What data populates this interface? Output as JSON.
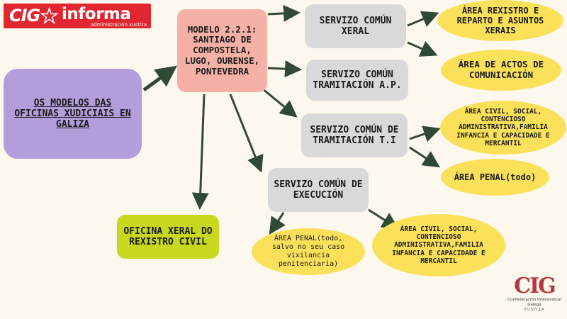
{
  "header": {
    "logo_mark": "CIG",
    "logo_word": "informa",
    "logo_subtitle": "administración xustiza"
  },
  "nodes": {
    "root": "OS MODELOS DAS OFICINAS XUDICIAIS EN GALIZA",
    "model": "MODELO 2.2.1: SANTIAGO DE COMPOSTELA, LUGO, OURENSE, PONTEVEDRA",
    "servizo_xeral": "SERVIZO COMÚN XERAL",
    "servizo_ap": "SERVIZO COMÚN TRAMITACIÓN A.P.",
    "servizo_ti": "SERVIZO COMÚN DE TRAMITACIÓN T.I",
    "servizo_execucion": "SERVIZO COMÚN DE EXECUCIÓN",
    "oficina_rc": "OFICINA XERAL DO REXISTRO CIVIL",
    "area_rexistro": "ÁREA REXISTRO E REPARTO E ASUNTOS XERAIS",
    "area_actos": "ÁREA DE ACTOS DE COMUNICACIÓN",
    "area_civil_ti": "ÁREA CIVIL, SOCIAL, CONTENCIOSO ADMINISTRATIVA,FAMILIA INFANCIA E CAPACIDADE E MERCANTIL",
    "area_penal_ti": "ÁREA PENAL(todo)",
    "area_penal_exec": "ÁREA PENAL(todo, salvo no seu caso vixilancia penitenciaria)",
    "area_civil_exec": "ÁREA CIVIL, SOCIAL, CONTENCIOSO ADMINISTRATIVA,FAMILIA INFANCIA E CAPACIDADE E MERCANTIL"
  },
  "footer": {
    "logo_mark": "CIG",
    "logo_name": "Confederación Intersindical Galega",
    "logo_subtitle": "XUSTIZA"
  },
  "colors": {
    "root_fill": "#b39ddb",
    "model_fill": "#f6b1a6",
    "service_fill": "#d9d9d9",
    "area_fill": "#fbe05a",
    "oficina_fill": "#c7d81f",
    "arrow": "#2f4a33",
    "brand_red": "#e0262e"
  }
}
